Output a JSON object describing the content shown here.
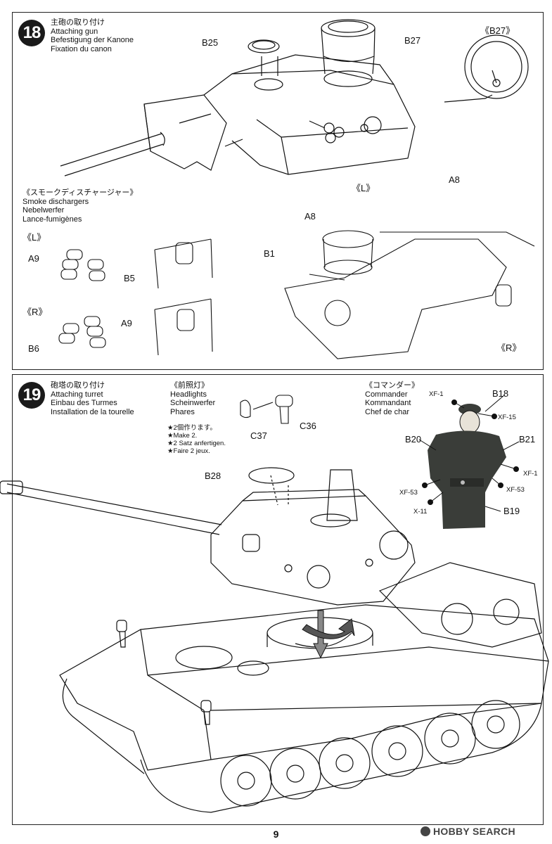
{
  "step18": {
    "number": "18",
    "title_jp": "主砲の取り付け",
    "title_en": "Attaching gun",
    "title_de": "Befestigung der Kanone",
    "title_fr": "Fixation du canon",
    "labels": {
      "b25": "B25",
      "b27": "B27",
      "b27_detail": "《B27》",
      "l_main": "《L》",
      "a8_top": "A8",
      "a8_left": "A8",
      "b1": "B1",
      "r_main": "《R》"
    },
    "smoke": {
      "title_jp": "《スモークディスチャージャー》",
      "title_en": "Smoke dischargers",
      "title_de": "Nebelwerfer",
      "title_fr": "Lance-fumigènes",
      "l_label": "《L》",
      "r_label": "《R》",
      "a9_l": "A9",
      "b5": "B5",
      "a9_r": "A9",
      "b6": "B6"
    }
  },
  "step19": {
    "number": "19",
    "title_jp": "砲塔の取り付け",
    "title_en": "Attaching turret",
    "title_de": "Einbau des Turmes",
    "title_fr": "Installation de la tourelle",
    "headlights": {
      "title_jp": "《前照灯》",
      "title_en": "Headlights",
      "title_de": "Scheinwerfer",
      "title_fr": "Phares",
      "c36": "C36",
      "c37": "C37",
      "note_jp": "★2個作ります。",
      "note_en": "★Make 2.",
      "note_de": "★2 Satz anfertigen.",
      "note_fr": "★Faire 2 jeux."
    },
    "commander": {
      "title_jp": "《コマンダー》",
      "title_en": "Commander",
      "title_de": "Kommandant",
      "title_fr": "Chef de char",
      "b18": "B18",
      "b19": "B19",
      "b20": "B20",
      "b21": "B21",
      "xf1_top": "XF-1",
      "xf15": "XF-15",
      "xf1_right": "XF-1",
      "xf53_left": "XF-53",
      "xf53_right": "XF-53",
      "x11": "X-11"
    },
    "b28": "B28"
  },
  "footer": {
    "page": "9",
    "watermark": "HOBBY SEARCH"
  },
  "colors": {
    "ink": "#111111",
    "step_badge": "#1a1a1a",
    "figure_paint": "#3a3d39"
  }
}
